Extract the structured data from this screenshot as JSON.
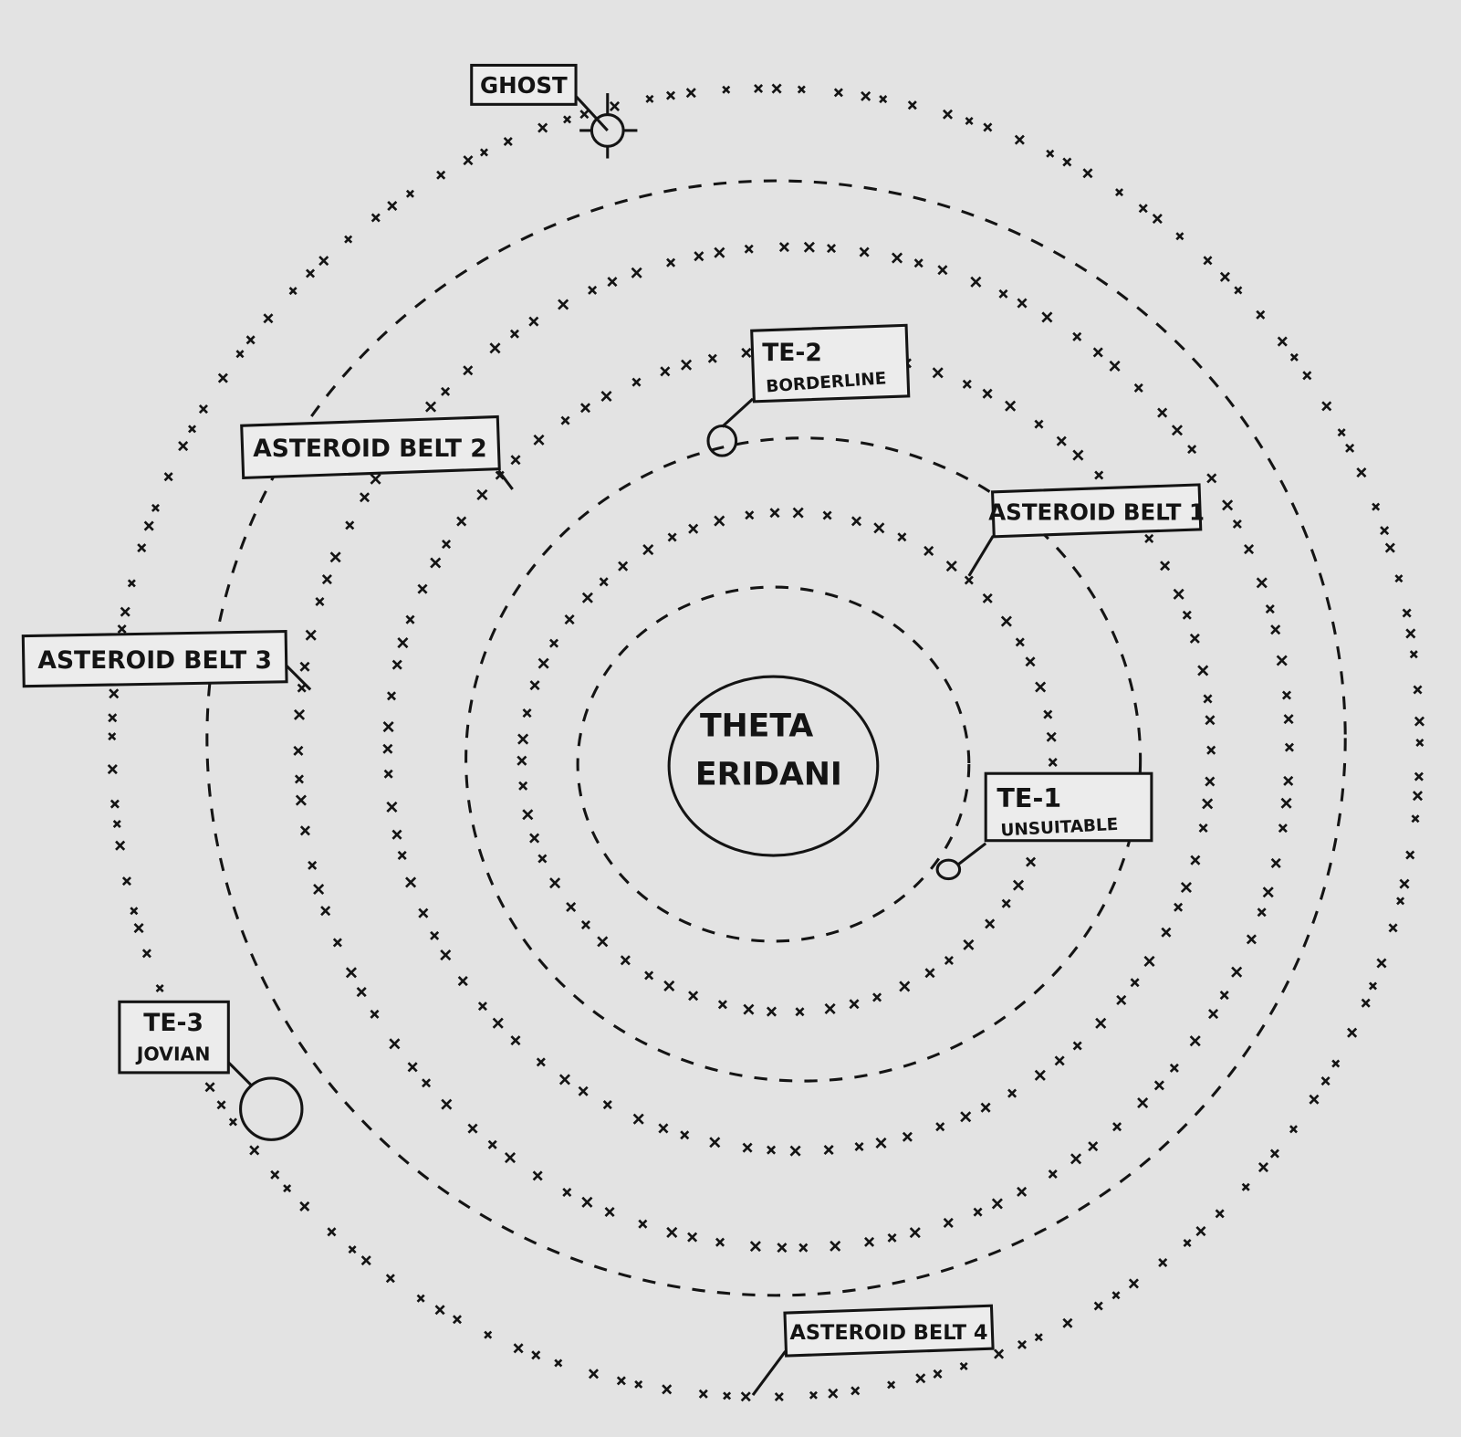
{
  "star": {
    "line1": "THETA",
    "line2": "ERIDANI"
  },
  "labels": {
    "ghost": "GHOST",
    "te2_name": "TE-2",
    "te2_status": "BORDERLINE",
    "belt1": "ASTEROID BELT 1",
    "belt2": "ASTEROID BELT 2",
    "belt3": "ASTEROID BELT 3",
    "te1_name": "TE-1",
    "te1_status": "UNSUITABLE",
    "te3_name": "TE-3",
    "te3_status": "JOVIAN",
    "belt4": "ASTEROID BELT 4"
  },
  "colors": {
    "ink": "#141414",
    "paper": "#e3e3e3"
  }
}
